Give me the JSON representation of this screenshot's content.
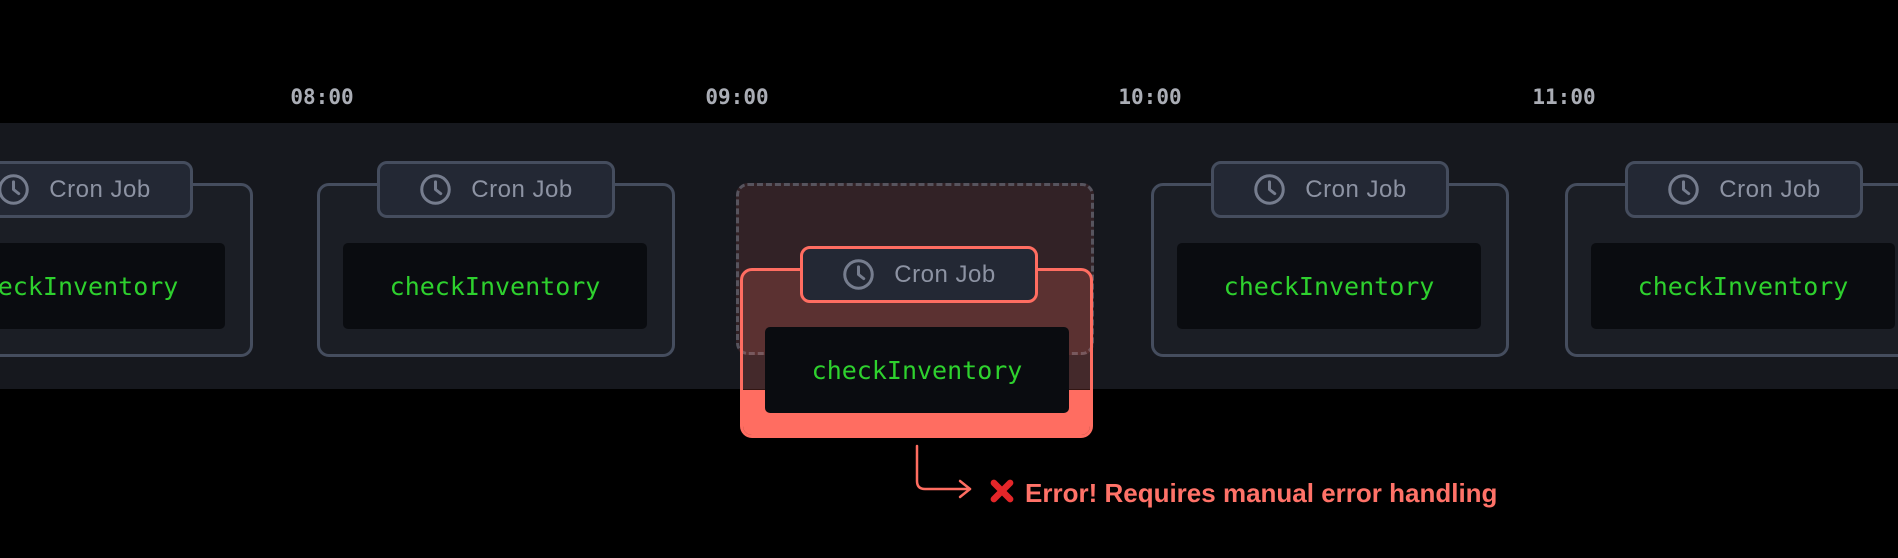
{
  "timeline": {
    "labels": [
      "08:00",
      "09:00",
      "10:00",
      "11:00"
    ]
  },
  "card": {
    "badge_label": "Cron Job",
    "badge_icon": "clock",
    "job_name": "checkInventory"
  },
  "error": {
    "icon": "cross-mark",
    "message": "Error! Requires manual error handling"
  },
  "colors": {
    "page_bg": "#000000",
    "band_bg": "#16181e",
    "card_bg": "#1b1e25",
    "card_border": "#454d5e",
    "badge_bg": "#232834",
    "badge_text": "#8d93a3",
    "code_bg": "#0a0c10",
    "job_green": "#2ed12e",
    "time_label": "#aaadb5",
    "ghost_border": "#57545e",
    "error_accent": "#ff6d61",
    "error_text": "#ff7268",
    "cross_red": "#e42629"
  }
}
